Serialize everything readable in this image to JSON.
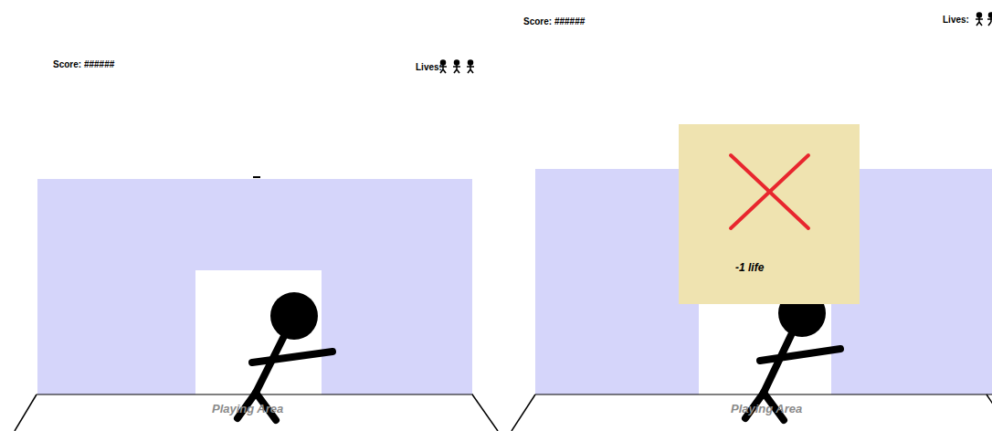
{
  "diagram": {
    "nodes": [
      {
        "text": [
          "-1 life"
        ]
      }
    ],
    "labels": [
      "Score: ######",
      "Lives:",
      "Playing Area",
      "Score: ######",
      "Lives:",
      "Playing Area"
    ]
  }
}
